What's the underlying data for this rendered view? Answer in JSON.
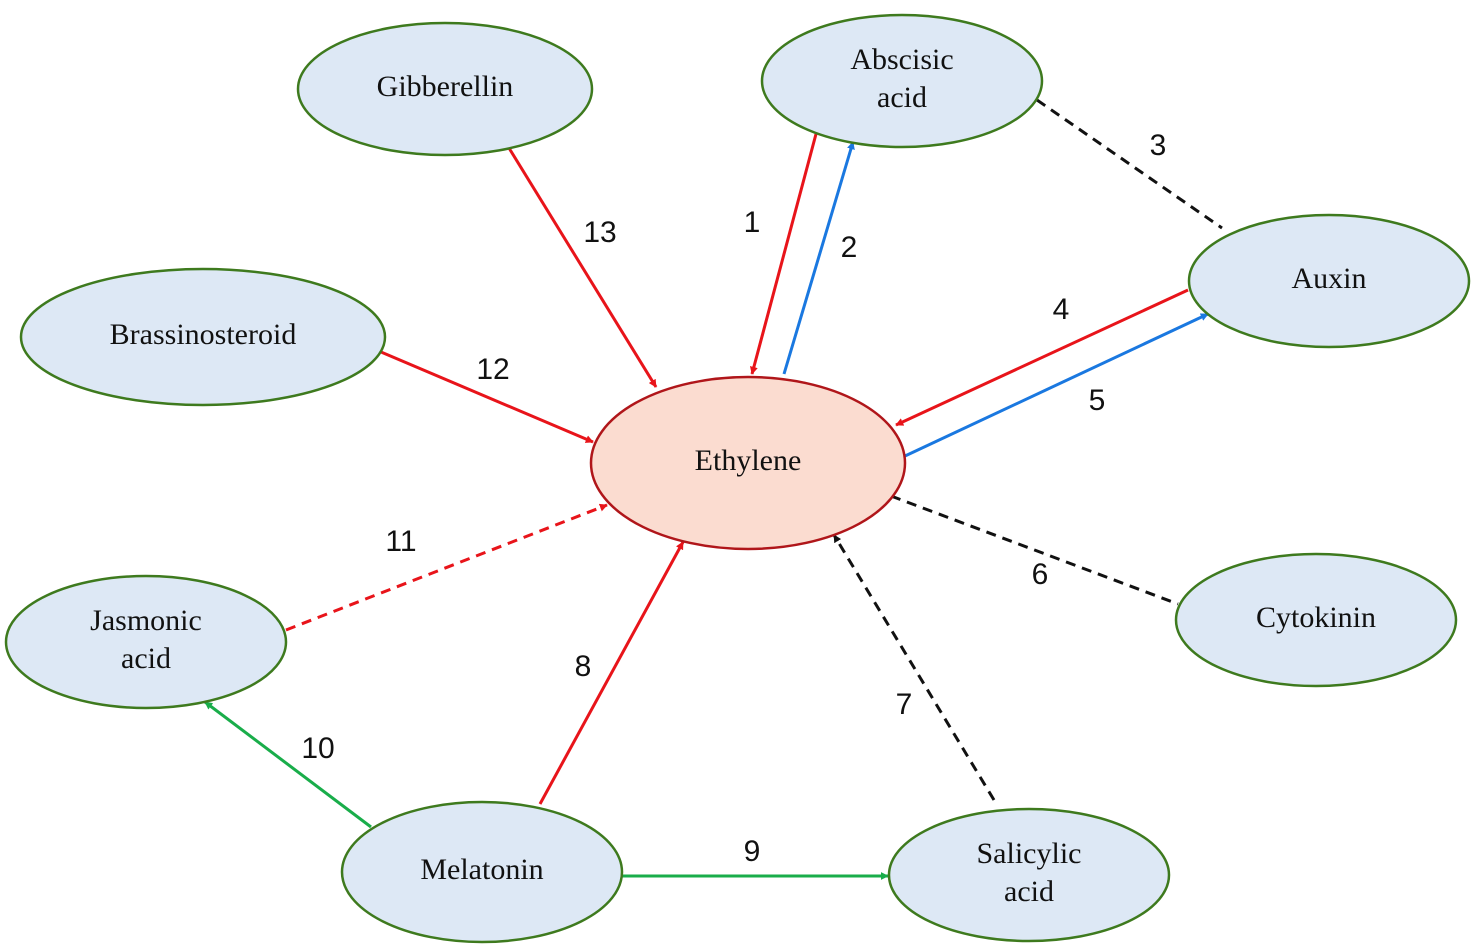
{
  "colors": {
    "node_fill": "#dde8f5",
    "node_stroke": "#3e7a1e",
    "center_fill": "#fbdcd0",
    "center_stroke": "#b0161a",
    "red": "#e8141a",
    "blue": "#1a78e0",
    "green": "#19ad4a",
    "black": "#111111"
  },
  "nodes": {
    "ethylene": [
      "Ethylene"
    ],
    "gibberellin": [
      "Gibberellin"
    ],
    "abscisic_acid": [
      "Abscisic",
      "acid"
    ],
    "auxin": [
      "Auxin"
    ],
    "brassinosteroid": [
      "Brassinosteroid"
    ],
    "jasmonic_acid": [
      "Jasmonic",
      "acid"
    ],
    "cytokinin": [
      "Cytokinin"
    ],
    "melatonin": [
      "Melatonin"
    ],
    "salicylic_acid": [
      "Salicylic",
      "acid"
    ]
  },
  "edges": [
    {
      "label": "1",
      "from": "abscisic_acid",
      "to": "ethylene",
      "color": "red",
      "style": "solid",
      "arrow": true
    },
    {
      "label": "2",
      "from": "ethylene",
      "to": "abscisic_acid",
      "color": "blue",
      "style": "solid",
      "arrow": true
    },
    {
      "label": "3",
      "from": "abscisic_acid",
      "to": "auxin",
      "color": "black",
      "style": "dashed",
      "arrow": false
    },
    {
      "label": "4",
      "from": "auxin",
      "to": "ethylene",
      "color": "red",
      "style": "solid",
      "arrow": true
    },
    {
      "label": "5",
      "from": "ethylene",
      "to": "auxin",
      "color": "blue",
      "style": "solid",
      "arrow": true
    },
    {
      "label": "6",
      "from": "ethylene",
      "to": "cytokinin",
      "color": "black",
      "style": "dashed",
      "arrow": false
    },
    {
      "label": "7",
      "from": "salicylic_acid",
      "to": "ethylene",
      "color": "black",
      "style": "dashed",
      "arrow": true
    },
    {
      "label": "8",
      "from": "melatonin",
      "to": "ethylene",
      "color": "red",
      "style": "solid",
      "arrow": true
    },
    {
      "label": "9",
      "from": "melatonin",
      "to": "salicylic_acid",
      "color": "green",
      "style": "solid",
      "arrow": true
    },
    {
      "label": "10",
      "from": "melatonin",
      "to": "jasmonic_acid",
      "color": "green",
      "style": "solid",
      "arrow": true
    },
    {
      "label": "11",
      "from": "jasmonic_acid",
      "to": "ethylene",
      "color": "red",
      "style": "dashed",
      "arrow": true
    },
    {
      "label": "12",
      "from": "brassinosteroid",
      "to": "ethylene",
      "color": "red",
      "style": "solid",
      "arrow": true
    },
    {
      "label": "13",
      "from": "gibberellin",
      "to": "ethylene",
      "color": "red",
      "style": "solid",
      "arrow": true
    }
  ]
}
